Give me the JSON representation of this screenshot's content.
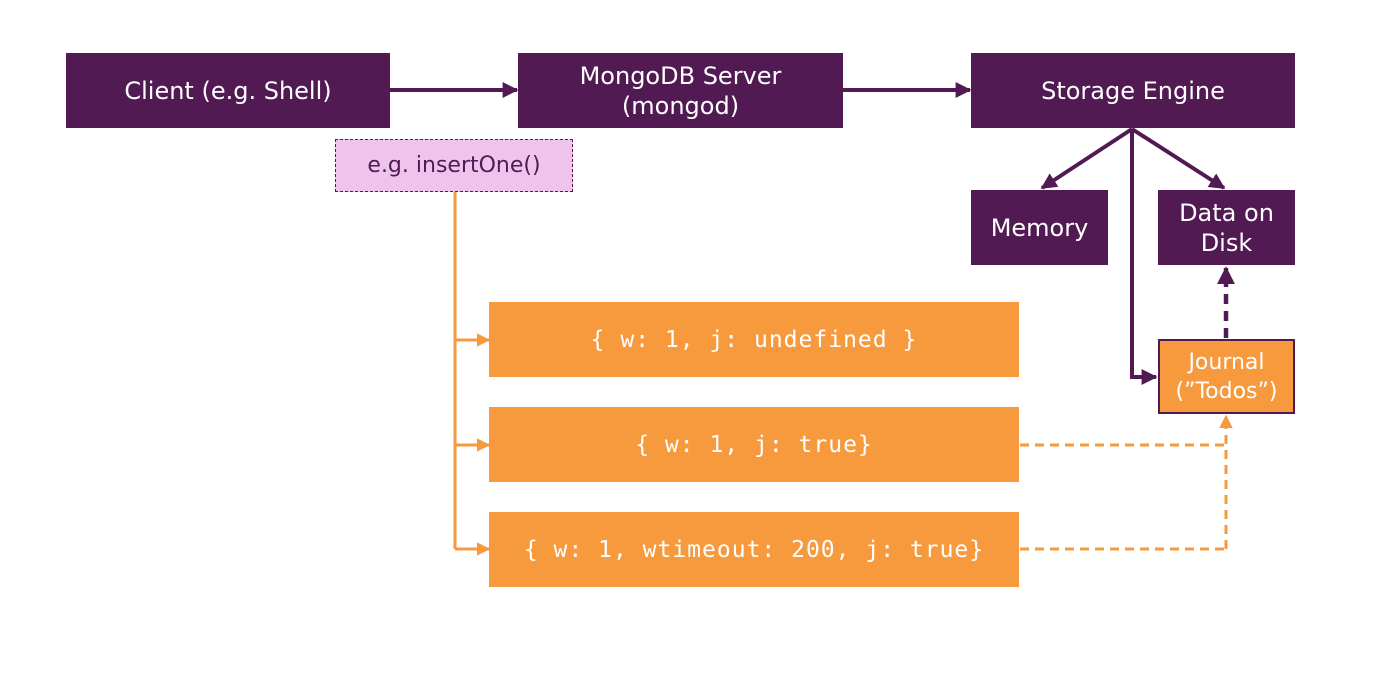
{
  "diagram": {
    "client": "Client (e.g. Shell)",
    "server": {
      "line1": "MongoDB Server",
      "line2": "(mongod)"
    },
    "storage_engine": "Storage Engine",
    "memory": "Memory",
    "data_on_disk": {
      "line1": "Data on",
      "line2": "Disk"
    },
    "journal": {
      "line1": "Journal",
      "line2": "(”Todos”)"
    },
    "operation": "e.g. insertOne()",
    "write_concerns": [
      "{ w: 1, j: undefined }",
      "{ w: 1, j: true}",
      "{ w: 1, wtimeout: 200, j: true}"
    ]
  },
  "colors": {
    "purple": "#521a52",
    "orange": "#f79a3e",
    "light_pink": "#eec4ec",
    "text_light": "#ffffff"
  }
}
